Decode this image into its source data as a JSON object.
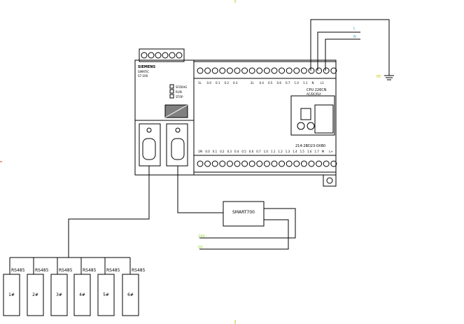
{
  "plc": {
    "brand": "SIEMENS",
    "model_line1": "SIMATIC",
    "model_line2": "S7-200",
    "status_leds": [
      "SF/DIAG",
      "RUN",
      "STOP"
    ],
    "cpu_name": "CPU 226CN",
    "power_spec": "AC/DC/RLY",
    "order_number": "214-2BD23-0XB0",
    "top_terminal_labels": [
      "1L",
      "0.0",
      "0.1",
      "0.2",
      "0.3",
      "",
      "2L",
      "0.4",
      "0.5",
      "0.6",
      "0.7",
      "1.0",
      "1.1",
      "N",
      "L1"
    ],
    "bottom_terminal_labels": [
      "1M",
      "0.0",
      "0.1",
      "0.2",
      "0.3",
      "0.4",
      "0.5",
      "0.6",
      "0.7",
      "1.0",
      "1.1",
      "1.2",
      "1.3",
      "1.4",
      "1.5",
      "1.6",
      "1.7",
      "M",
      "L+"
    ]
  },
  "power_lines": {
    "line1": "L",
    "line2": "N"
  },
  "ground_label": "PE",
  "hmi": {
    "label": "SMART700",
    "line1": "24V",
    "line2": "0V"
  },
  "bus_labels": [
    "RS485",
    "RS485",
    "RS485",
    "RS485",
    "RS485",
    "RS485"
  ],
  "devices": [
    "1#",
    "2#",
    "3#",
    "4#",
    "5#",
    "6#"
  ],
  "colors": {
    "line": "#000000",
    "accent_green": "#90e020",
    "accent_cyan": "#20b0c0",
    "accent_yellow": "#c8c800",
    "accent_orange": "#e04000"
  }
}
